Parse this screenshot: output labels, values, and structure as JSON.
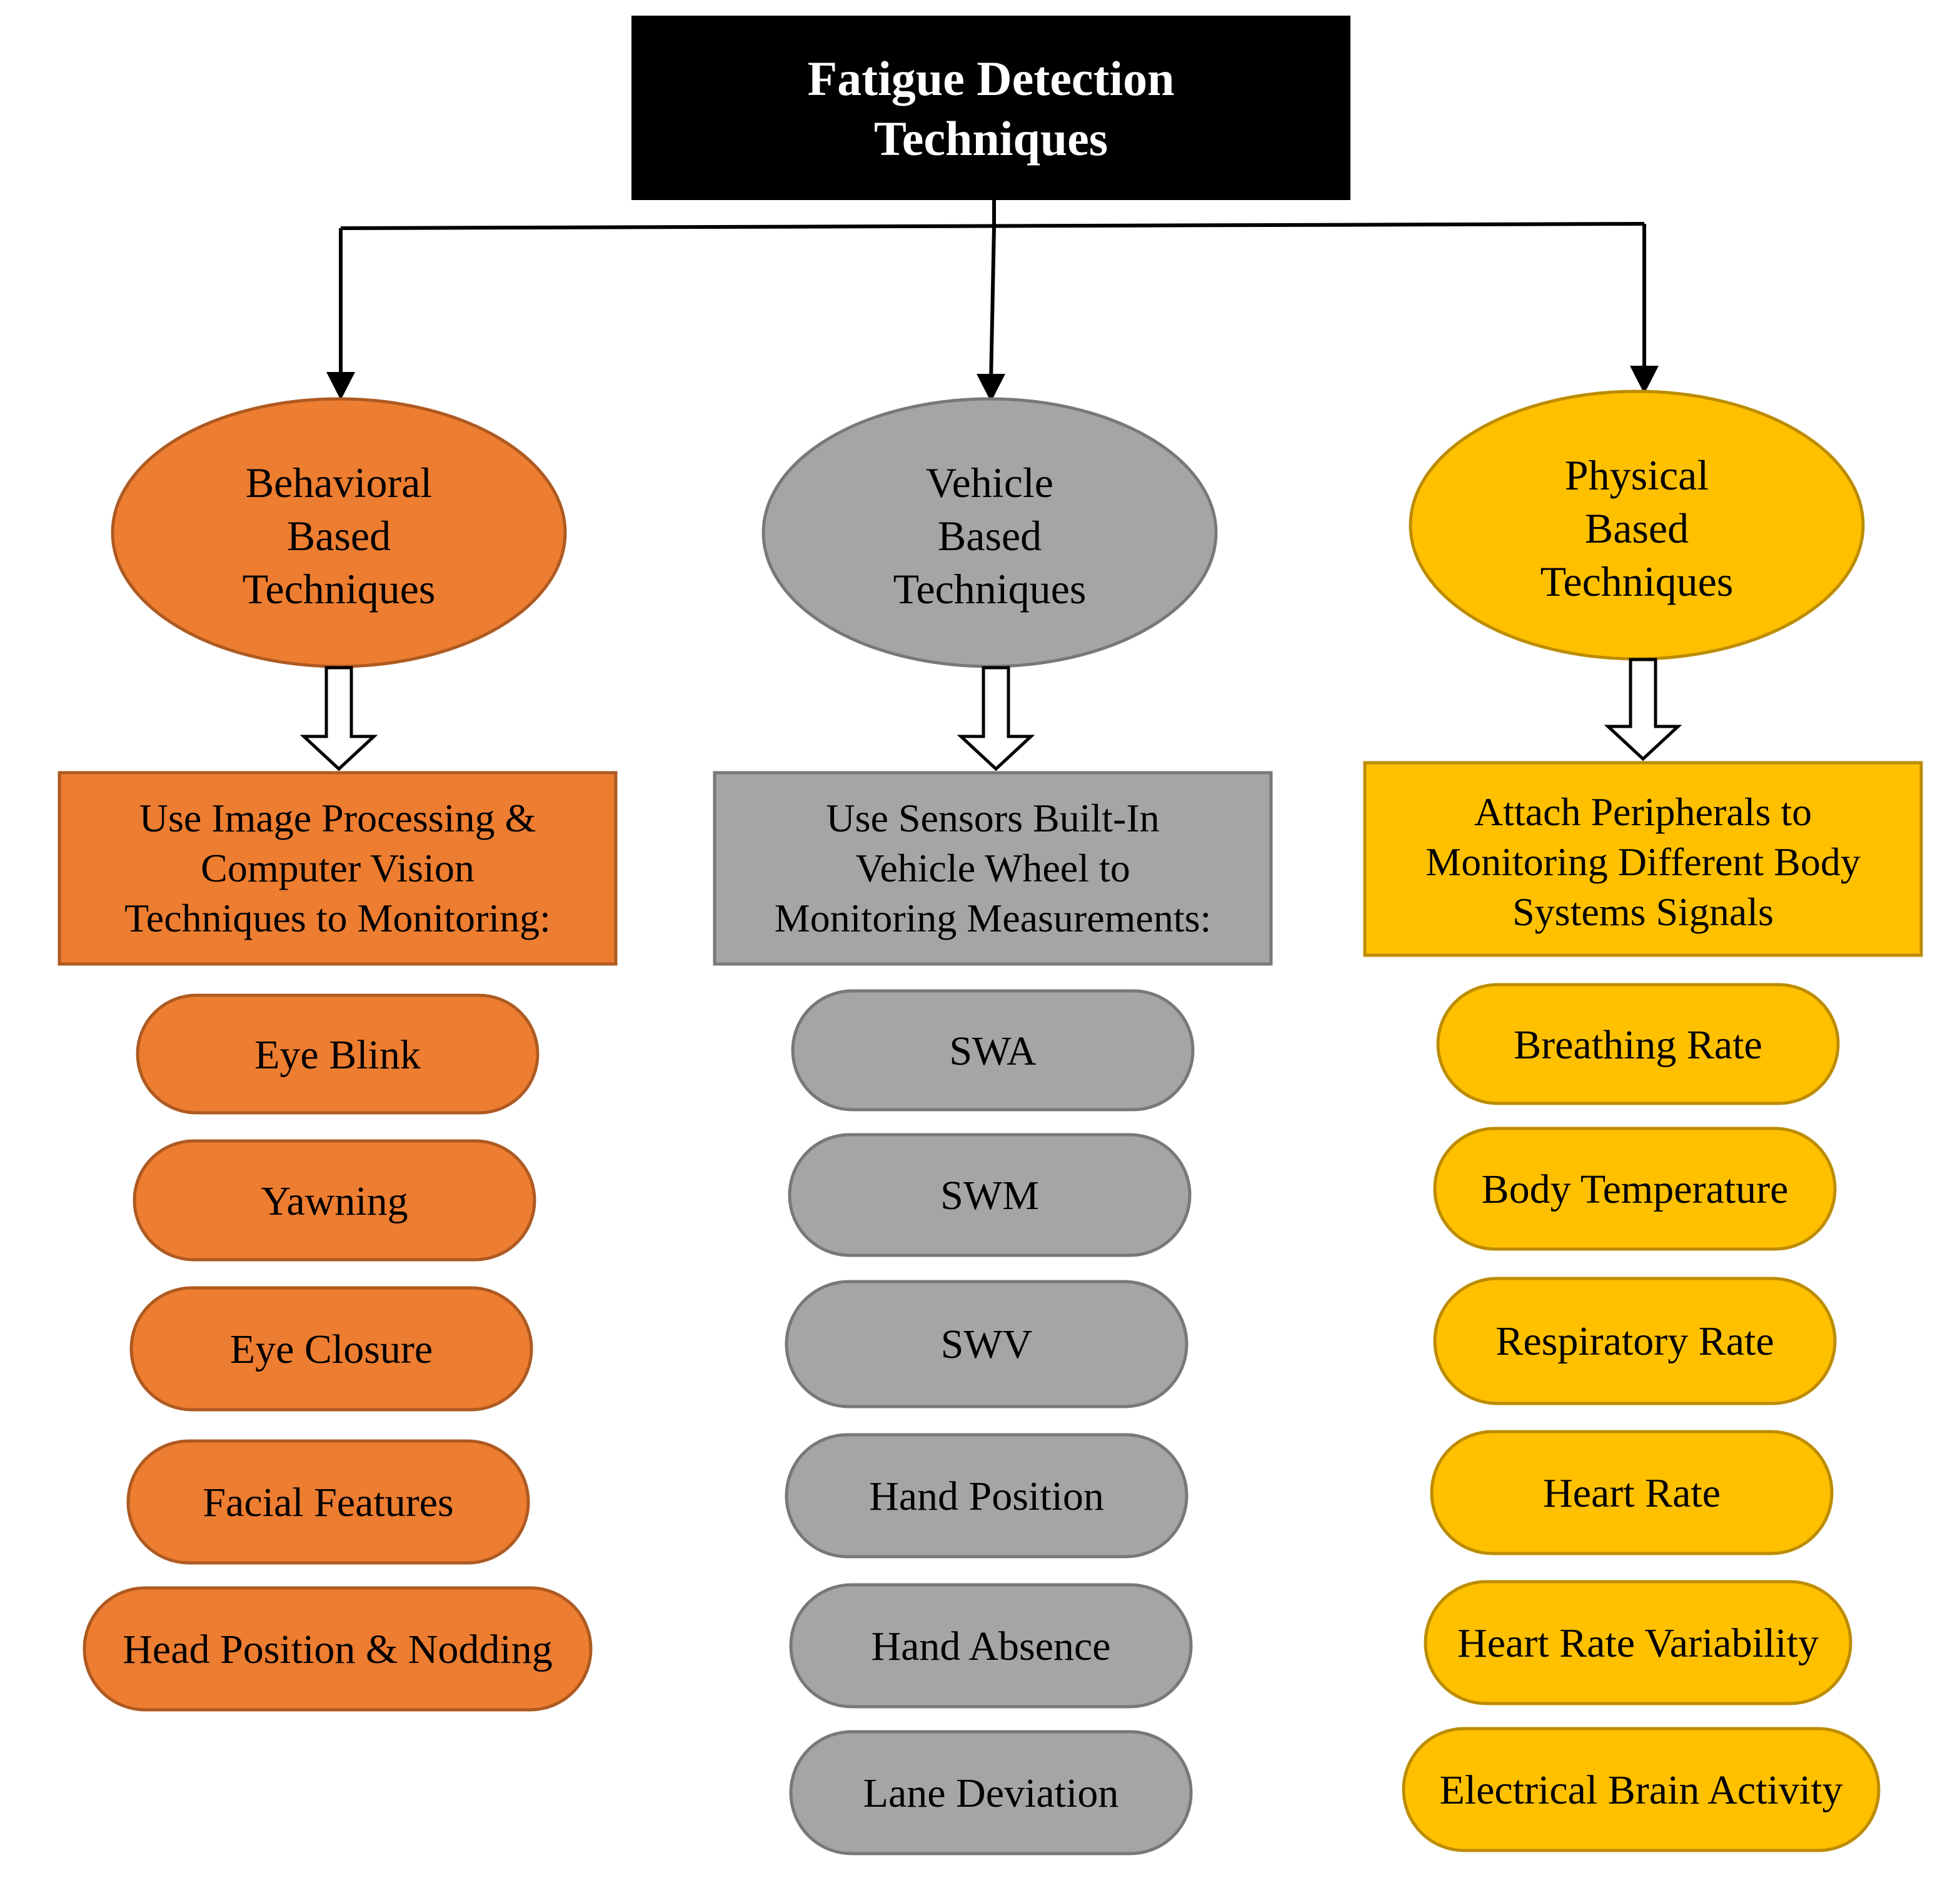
{
  "root": {
    "title_lines": [
      "Fatigue Detection",
      "Techniques"
    ]
  },
  "columns": [
    {
      "key": "behavioral",
      "category_lines": [
        "Behavioral",
        "Based",
        "Techniques"
      ],
      "method_lines": [
        "Use Image Processing &",
        "Computer Vision",
        "Techniques to Monitoring:"
      ],
      "items": [
        "Eye Blink",
        "Yawning",
        "Eye Closure",
        "Facial Features",
        "Head Position & Nodding"
      ]
    },
    {
      "key": "vehicle",
      "category_lines": [
        "Vehicle",
        "Based",
        "Techniques"
      ],
      "method_lines": [
        "Use Sensors Built-In",
        "Vehicle Wheel to",
        "Monitoring Measurements:"
      ],
      "items": [
        "SWA",
        "SWM",
        "SWV",
        "Hand Position",
        "Hand Absence",
        "Lane Deviation"
      ]
    },
    {
      "key": "physical",
      "category_lines": [
        "Physical",
        "Based",
        "Techniques"
      ],
      "method_lines": [
        "Attach Peripherals to",
        "Monitoring Different Body",
        "Systems Signals"
      ],
      "items": [
        "Breathing Rate",
        "Body Temperature",
        "Respiratory Rate",
        "Heart Rate",
        "Heart Rate Variability",
        "Electrical Brain Activity"
      ]
    }
  ],
  "colors": {
    "root_fill": "#000000",
    "root_text": "#ffffff",
    "behavioral_fill": "#ED7D31",
    "behavioral_stroke": "#AE5A21",
    "vehicle_fill": "#A5A5A5",
    "vehicle_stroke": "#787878",
    "physical_fill": "#FFC000",
    "physical_stroke": "#BC8C00",
    "line": "#000000",
    "text": "#000000"
  }
}
